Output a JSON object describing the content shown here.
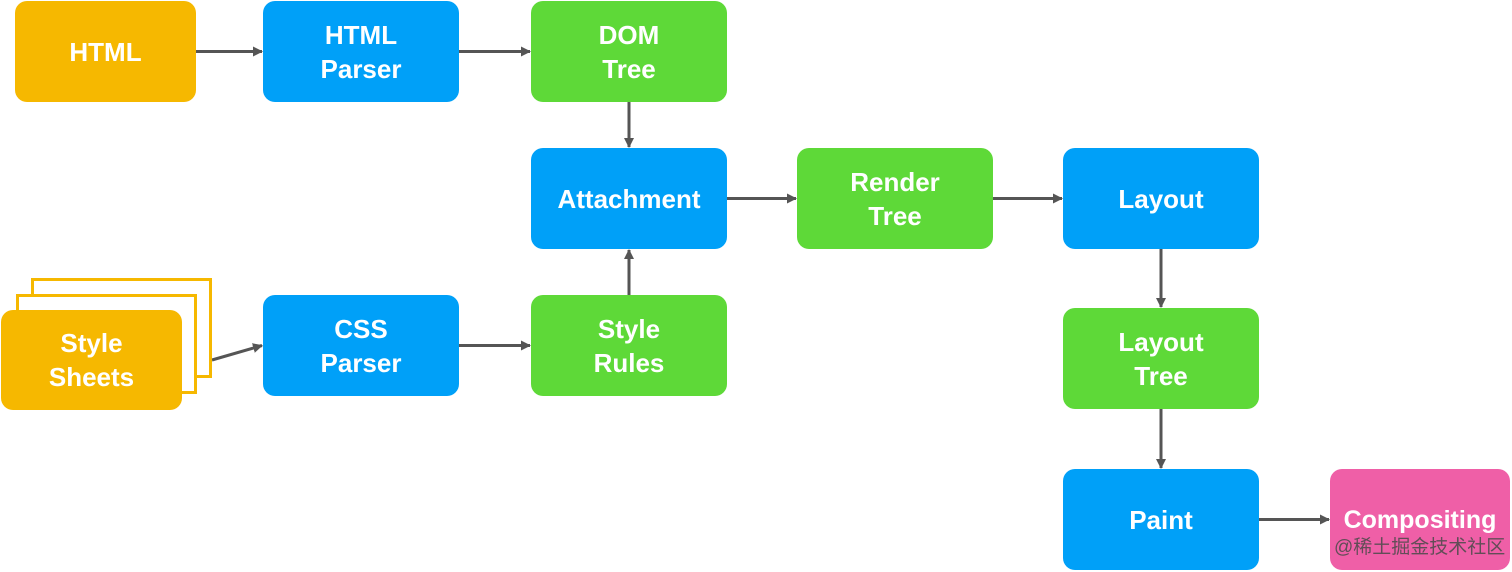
{
  "nodes": {
    "html": {
      "lines": [
        "HTML"
      ]
    },
    "html_parser": {
      "lines": [
        "HTML",
        "Parser"
      ]
    },
    "dom_tree": {
      "lines": [
        "DOM",
        "Tree"
      ]
    },
    "attachment": {
      "lines": [
        "Attachment"
      ]
    },
    "render_tree": {
      "lines": [
        "Render",
        "Tree"
      ]
    },
    "layout": {
      "lines": [
        "Layout"
      ]
    },
    "style_sheets": {
      "lines": [
        "Style",
        "Sheets"
      ]
    },
    "css_parser": {
      "lines": [
        "CSS",
        "Parser"
      ]
    },
    "style_rules": {
      "lines": [
        "Style",
        "Rules"
      ]
    },
    "layout_tree": {
      "lines": [
        "Layout",
        "Tree"
      ]
    },
    "paint": {
      "lines": [
        "Paint"
      ]
    },
    "compositing": {
      "lines": [
        "Compositing"
      ]
    }
  },
  "edges": [
    [
      "html",
      "html_parser"
    ],
    [
      "html_parser",
      "dom_tree"
    ],
    [
      "dom_tree",
      "attachment"
    ],
    [
      "style_sheets",
      "css_parser"
    ],
    [
      "css_parser",
      "style_rules"
    ],
    [
      "style_rules",
      "attachment"
    ],
    [
      "attachment",
      "render_tree"
    ],
    [
      "render_tree",
      "layout"
    ],
    [
      "layout",
      "layout_tree"
    ],
    [
      "layout_tree",
      "paint"
    ],
    [
      "paint",
      "compositing"
    ]
  ],
  "watermark": "@稀土掘金技术社区",
  "colors": {
    "input": "#f6b800",
    "process": "#00a0f8",
    "output": "#5ed938",
    "final": "#ef5fa7",
    "arrow": "#555555"
  }
}
